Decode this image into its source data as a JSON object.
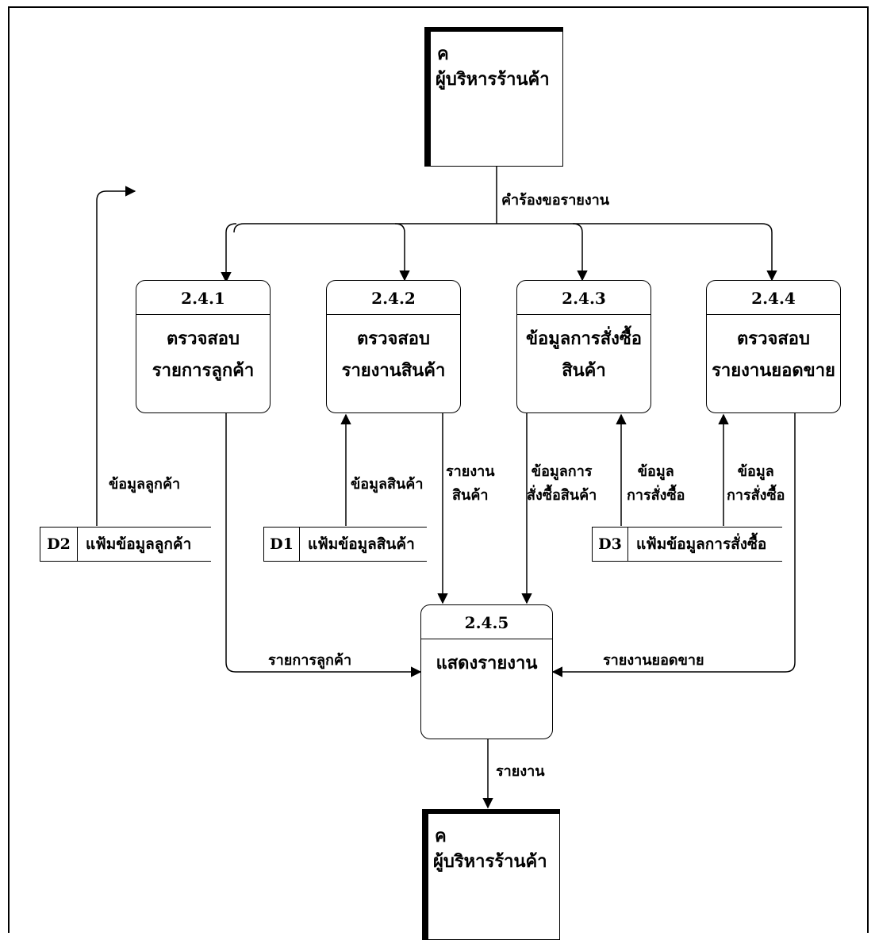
{
  "external_entity": {
    "letter": "ค",
    "name": "ผู้บริหารร้านค้า"
  },
  "processes": [
    {
      "id": "2.4.1",
      "name_lines": [
        "ตรวจสอบ",
        "รายการลูกค้า"
      ]
    },
    {
      "id": "2.4.2",
      "name_lines": [
        "ตรวจสอบ",
        "รายงานสินค้า"
      ]
    },
    {
      "id": "2.4.3",
      "name_lines": [
        "ข้อมูลการสั่งซื้อ",
        "สินค้า"
      ]
    },
    {
      "id": "2.4.4",
      "name_lines": [
        "ตรวจสอบ",
        "รายงานยอดขาย"
      ]
    },
    {
      "id": "2.4.5",
      "name_lines": [
        "แสดงรายงาน"
      ]
    }
  ],
  "data_stores": [
    {
      "id": "D2",
      "name": "แฟ้มข้อมูลลูกค้า"
    },
    {
      "id": "D1",
      "name": "แฟ้มข้อมูลสินค้า"
    },
    {
      "id": "D3",
      "name": "แฟ้มข้อมูลการสั่งซื้อ"
    }
  ],
  "flows": {
    "request": "คำร้องขอรายงาน",
    "customer_data": "ข้อมูลลูกค้า",
    "product_data": "ข้อมูลสินค้า",
    "product_report": [
      "รายงาน",
      "สินค้า"
    ],
    "order_data_a": [
      "ข้อมูลการ",
      "สั่งซื้อสินค้า"
    ],
    "order_data_b": [
      "ข้อมูล",
      "การสั่งซื้อ"
    ],
    "order_data_c": [
      "ข้อมูล",
      "การสั่งซื้อ"
    ],
    "customer_list": "รายการลูกค้า",
    "sales_report": "รายงานยอดขาย",
    "report": "รายงาน"
  }
}
